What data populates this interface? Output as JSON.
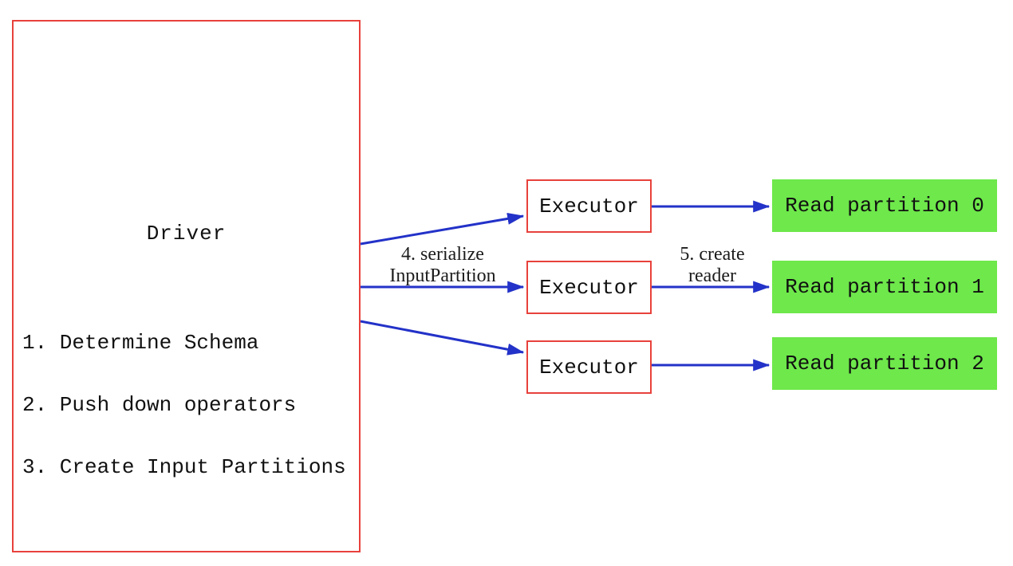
{
  "diagram": {
    "background_color": "#ffffff",
    "colors": {
      "box_border_red": "#e8413c",
      "arrow_blue": "#2332c8",
      "partition_fill_green": "#6ee84b",
      "text": "#111111"
    },
    "driver": {
      "title": "Driver",
      "steps": [
        "1. Determine Schema",
        "2. Push down operators",
        "3. Create Input Partitions"
      ]
    },
    "executors": [
      {
        "label": "Executor"
      },
      {
        "label": "Executor"
      },
      {
        "label": "Executor"
      }
    ],
    "partitions": [
      {
        "label": "Read partition 0"
      },
      {
        "label": "Read partition 1"
      },
      {
        "label": "Read partition 2"
      }
    ],
    "arrow_labels": {
      "serialize": {
        "line1": "4. serialize",
        "line2": "InputPartition"
      },
      "create_reader": {
        "line1": "5. create",
        "line2": "reader"
      }
    }
  }
}
